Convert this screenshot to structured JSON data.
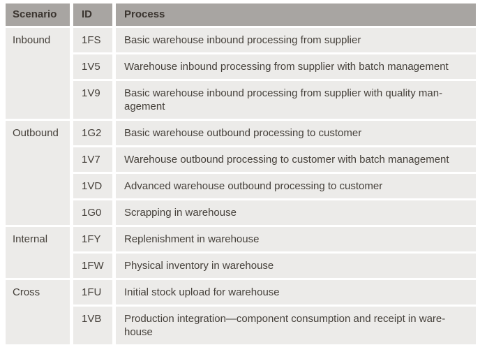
{
  "page": {
    "background": "#ffffff"
  },
  "table": {
    "columns": [
      {
        "key": "scenario",
        "label": "Scenario"
      },
      {
        "key": "id",
        "label": "ID"
      },
      {
        "key": "process",
        "label": "Process"
      }
    ],
    "colors": {
      "header_bg": "#a8a5a2",
      "header_text": "#3a342f",
      "cell_bg": "#ecebe9",
      "cell_text": "#45403a",
      "gap": "#ffffff"
    },
    "groups": [
      {
        "scenario": "Inbound",
        "rows": [
          {
            "id": "1FS",
            "process": "Basic warehouse inbound processing from supplier"
          },
          {
            "id": "1V5",
            "process": "Warehouse inbound processing from supplier with batch management"
          },
          {
            "id": "1V9",
            "process": "Basic warehouse inbound processing from supplier with quality man-\nagement"
          }
        ]
      },
      {
        "scenario": "Outbound",
        "rows": [
          {
            "id": "1G2",
            "process": "Basic warehouse outbound processing to customer"
          },
          {
            "id": "1V7",
            "process": "Warehouse outbound processing to customer with batch management"
          },
          {
            "id": "1VD",
            "process": "Advanced warehouse outbound processing to customer"
          },
          {
            "id": "1G0",
            "process": "Scrapping in warehouse"
          }
        ]
      },
      {
        "scenario": "Internal",
        "rows": [
          {
            "id": "1FY",
            "process": "Replenishment in warehouse"
          },
          {
            "id": "1FW",
            "process": "Physical inventory in warehouse"
          }
        ]
      },
      {
        "scenario": "Cross",
        "rows": [
          {
            "id": "1FU",
            "process": "Initial stock upload for warehouse"
          },
          {
            "id": "1VB",
            "process": "Production integration—component consumption and receipt in ware-\nhouse"
          }
        ]
      }
    ]
  }
}
